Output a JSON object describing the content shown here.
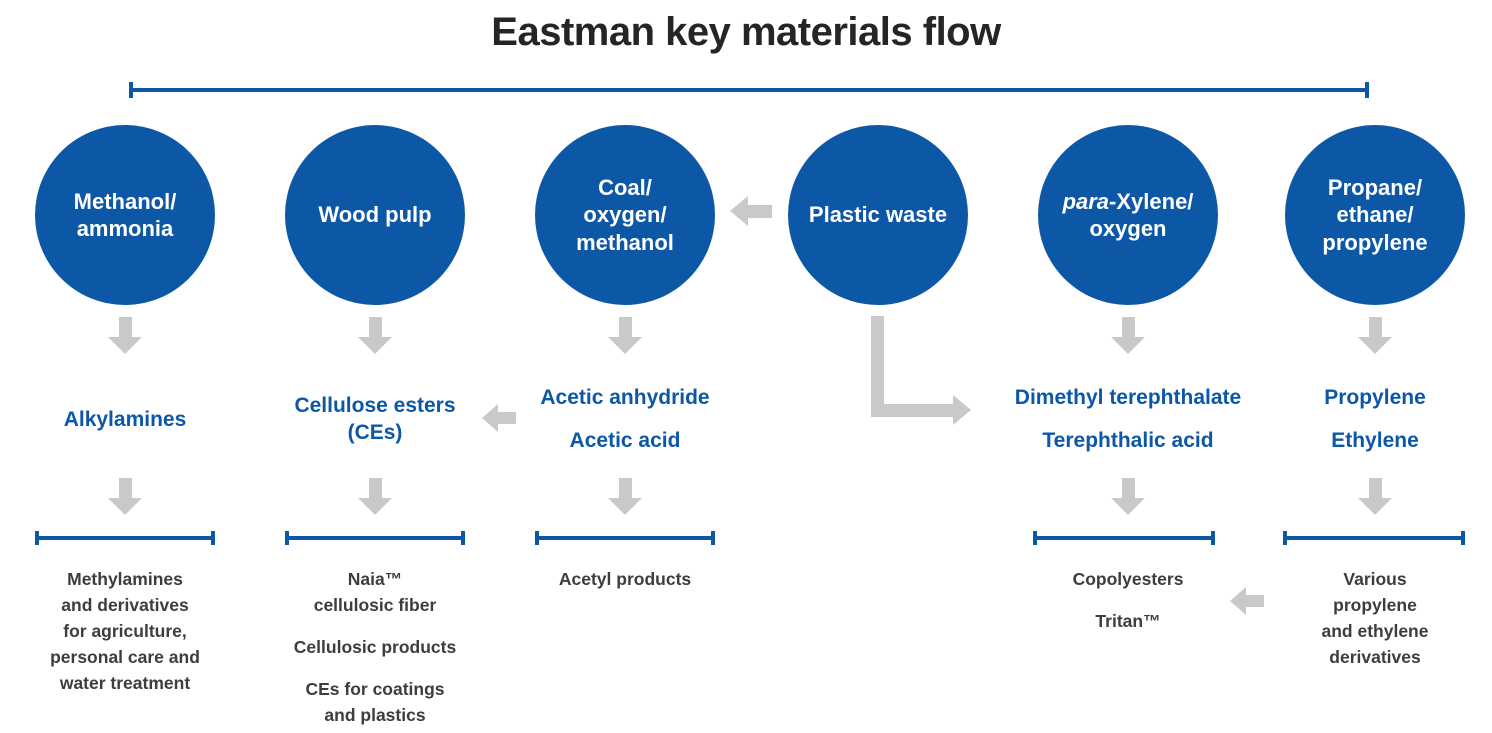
{
  "title": "Eastman key materials flow",
  "colors": {
    "blue": "#0d58a6",
    "gray": "#c9c9ca",
    "dark": "#3d3d3e",
    "title": "#272425"
  },
  "columns": [
    {
      "circle": "Methanol/\nammonia",
      "intermediates": [
        "Alkylamines"
      ],
      "products": [
        "Methylamines\nand derivatives\nfor agriculture,\npersonal care and\nwater treatment"
      ]
    },
    {
      "circle": "Wood pulp",
      "intermediates": [
        "Cellulose esters\n(CEs)"
      ],
      "products": [
        "Naia™\ncellulosic fiber",
        "Cellulosic products",
        "CEs for coatings\nand plastics"
      ]
    },
    {
      "circle": "Coal/\noxygen/\nmethanol",
      "intermediates": [
        "Acetic anhydride",
        "Acetic acid"
      ],
      "products": [
        "Acetyl products"
      ]
    },
    {
      "circle": "Plastic waste",
      "intermediates": [],
      "products": []
    },
    {
      "circle_italic": "para",
      "circle_regular": "-Xylene/",
      "circle_line2": "oxygen",
      "intermediates": [
        "Dimethyl terephthalate",
        "Terephthalic acid"
      ],
      "products": [
        "Copolyesters",
        "Tritan™"
      ]
    },
    {
      "circle": "Propane/\nethane/\npropylene",
      "intermediates": [
        "Propylene",
        "Ethylene"
      ],
      "products": [
        "Various\npropylene\nand ethylene\nderivatives"
      ]
    }
  ]
}
